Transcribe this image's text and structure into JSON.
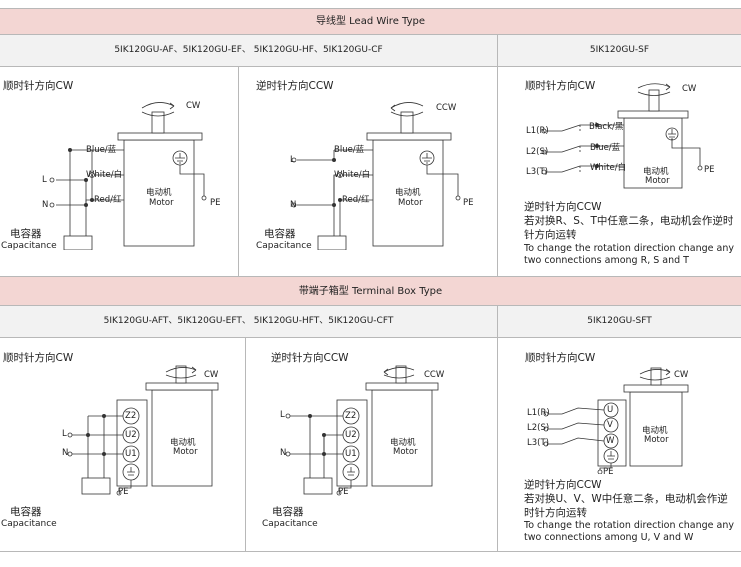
{
  "lead_wire": {
    "header": "导线型 Lead Wire Type",
    "models_left": "5IK120GU-AF、5IK120GU-EF、 5IK120GU-HF、5IK120GU-CF",
    "models_right": "5IK120GU-SF"
  },
  "terminal_box": {
    "header": "带端子箱型 Terminal Box Type",
    "models_left": "5IK120GU-AFT、5IK120GU-EFT、 5IK120GU-HFT、5IK120GU-CFT",
    "models_right": "5IK120GU-SFT"
  },
  "labels": {
    "cw_title": "顺时针方向CW",
    "ccw_title": "逆时针方向CCW",
    "cw": "CW",
    "ccw": "CCW",
    "motor_cn": "电动机",
    "motor_en": "Motor",
    "capacitor_cn": "电容器",
    "capacitor_en": "Capacitance",
    "pe": "PE",
    "l": "L",
    "n": "N",
    "blue": "Blue/蓝",
    "white": "White/白",
    "red": "Red/红",
    "black": "Black/黑",
    "l1r": "L1(R)",
    "l2s": "L2(S)",
    "l3t": "L3(T)",
    "z2": "Z2",
    "u2": "U2",
    "u1": "U1",
    "u": "U",
    "v": "V",
    "w": "W"
  },
  "notes": {
    "sf_ccw_title": "逆时针方向CCW",
    "sf_cn": "若对换R、S、T中任意二条，电动机会作逆时针方向运转",
    "sf_en": "To change the rotation direction change any two connections among R, S and T",
    "sft_ccw_title": "逆时针方向CCW",
    "sft_cn": "若对换U、V、W中任意二条，电动机会作逆时针方向运转",
    "sft_en": "To change the rotation direction change any two connections among U, V and W"
  }
}
